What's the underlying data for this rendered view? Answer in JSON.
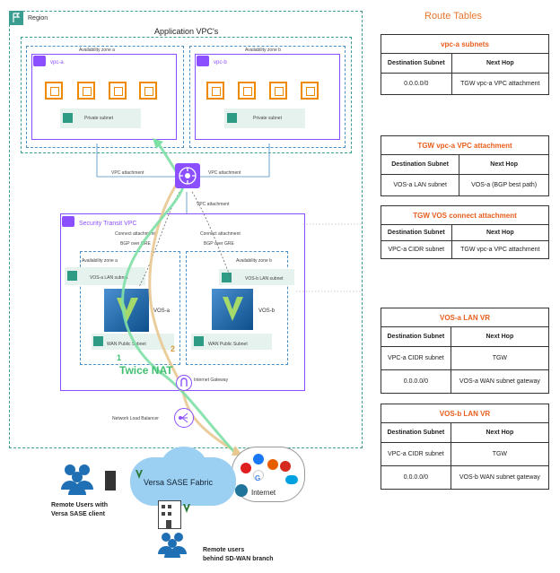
{
  "region": {
    "label": "Region"
  },
  "app_vpcs": {
    "title": "Application VPC's"
  },
  "vpc_a": {
    "az_label": "Availability zone a",
    "name": "vpc-a",
    "subnet_label": "Private subnet"
  },
  "vpc_b": {
    "az_label": "Availability zone b",
    "name": "vpc-b",
    "subnet_label": "Private subnet"
  },
  "attachments": {
    "vpc_a": "VPC attachment",
    "vpc_b": "VPC attachment",
    "security": "VPC attachment"
  },
  "security_vpc": {
    "name": "Security Transit VPC",
    "connect_a": "Connect attachment",
    "connect_b": "Connect attachment",
    "bgp_a": "BGP over GRE",
    "bgp_b": "BGP over GRE",
    "az_a": "Availability zone a",
    "az_b": "Availability zone b",
    "lan_a": "VOS-a LAN subnet",
    "lan_b": "VOS-b LAN subnet",
    "vos_a": "VOS-a",
    "vos_b": "VOS-b",
    "wan_a": "WAN Public Subnet",
    "wan_b": "WAN Public Subnet"
  },
  "paths": {
    "label_1": "1",
    "label_2": "2",
    "twice_nat": "Twice NAT"
  },
  "igw": {
    "label": "Internet Gateway"
  },
  "nlb": {
    "label": "Network Load Balancer"
  },
  "internet": {
    "label": "Internet"
  },
  "sase": {
    "label": "Versa SASE Fabric"
  },
  "remote_users_client": {
    "label_line1": "Remote Users with",
    "label_line2": "Versa SASE client"
  },
  "remote_users_branch": {
    "label_line1": "Remote users",
    "label_line2": "behind SD-WAN branch"
  },
  "route_tables": {
    "title": "Route Tables",
    "tables": [
      {
        "title": "vpc-a subnets",
        "headers": [
          "Destination Subnet",
          "Next Hop"
        ],
        "rows": [
          [
            "0.0.0.0/0",
            "TGW vpc-a VPC attachment"
          ]
        ]
      },
      {
        "title": "TGW vpc-a VPC attachment",
        "headers": [
          "Destination Subnet",
          "Next Hop"
        ],
        "rows": [
          [
            "VOS-a LAN subnet",
            "VOS-a (BGP best path)"
          ]
        ]
      },
      {
        "title": "TGW VOS connect attachment",
        "headers": [
          "Destination Subnet",
          "Next Hop"
        ],
        "rows": [
          [
            "VPC-a CIDR subnet",
            "TGW vpc-a VPC attachment"
          ]
        ]
      },
      {
        "title": "VOS-a LAN VR",
        "headers": [
          "Destination Subnet",
          "Next Hop"
        ],
        "rows": [
          [
            "VPC-a CIDR subnet",
            "TGW"
          ],
          [
            "0.0.0.0/0",
            "VOS-a WAN subnet gateway"
          ]
        ]
      },
      {
        "title": "VOS-b LAN VR",
        "headers": [
          "Destination Subnet",
          "Next Hop"
        ],
        "rows": [
          [
            "VPC-a CIDR subnet",
            "TGW"
          ],
          [
            "0.0.0.0/0",
            "VOS-b WAN subnet gateway"
          ]
        ]
      }
    ]
  },
  "colors": {
    "path_1": "#7fe0a6",
    "path_2": "#e8c890",
    "accent": "#8c4fff",
    "title": "#e8762e"
  }
}
